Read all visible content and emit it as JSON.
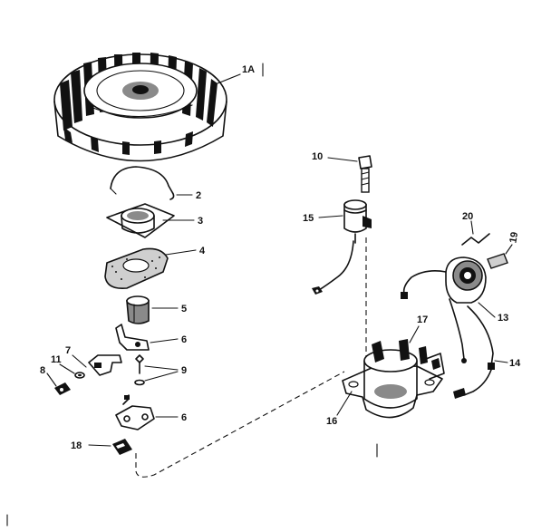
{
  "labels": {
    "p1a": "1A",
    "p2": "2",
    "p3": "3",
    "p4": "4",
    "p5": "5",
    "p6a": "6",
    "p6b": "6",
    "p7": "7",
    "p8": "8",
    "p9": "9",
    "p10": "10",
    "p11": "11",
    "p13": "13",
    "p14": "14",
    "p15": "15",
    "p16": "16",
    "p17": "17",
    "p18": "18",
    "p19": "19",
    "p20": "20"
  },
  "icons": {
    "flywheel": "flywheel-icon",
    "spring_clip": "spring-clip-icon",
    "coil": "coil-icon",
    "bolt": "bolt-icon",
    "condenser": "condenser-icon",
    "bracket": "bracket-icon"
  }
}
